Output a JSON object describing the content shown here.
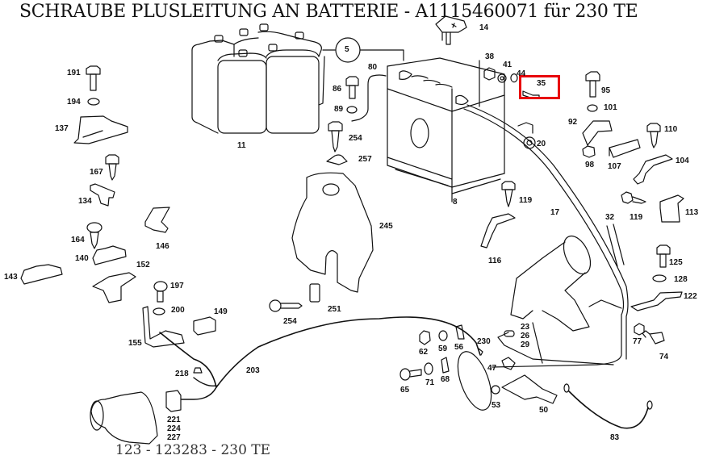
{
  "title": "SCHRAUBE PLUSLEITUNG AN BATTERIE - A1115460071 für 230 TE",
  "footer": "123 - 123283 - 230 TE",
  "highlight": {
    "part": "35",
    "color": "#e8000b"
  },
  "callout_circle": "5",
  "parts": [
    {
      "id": "p14",
      "label": "14"
    },
    {
      "id": "p5",
      "label": "5"
    },
    {
      "id": "p80",
      "label": "80"
    },
    {
      "id": "p38",
      "label": "38"
    },
    {
      "id": "p41",
      "label": "41"
    },
    {
      "id": "p44",
      "label": "44"
    },
    {
      "id": "p35",
      "label": "35"
    },
    {
      "id": "p95",
      "label": "95"
    },
    {
      "id": "p101",
      "label": "101"
    },
    {
      "id": "p191",
      "label": "191"
    },
    {
      "id": "p194",
      "label": "194"
    },
    {
      "id": "p137",
      "label": "137"
    },
    {
      "id": "p86",
      "label": "86"
    },
    {
      "id": "p89",
      "label": "89"
    },
    {
      "id": "p11",
      "label": "11"
    },
    {
      "id": "p254a",
      "label": "254"
    },
    {
      "id": "p257",
      "label": "257"
    },
    {
      "id": "p20",
      "label": "20"
    },
    {
      "id": "p92",
      "label": "92"
    },
    {
      "id": "p110",
      "label": "110"
    },
    {
      "id": "p98",
      "label": "98"
    },
    {
      "id": "p107",
      "label": "107"
    },
    {
      "id": "p104",
      "label": "104"
    },
    {
      "id": "p167",
      "label": "167"
    },
    {
      "id": "p134",
      "label": "134"
    },
    {
      "id": "p8",
      "label": "8"
    },
    {
      "id": "p119a",
      "label": "119"
    },
    {
      "id": "p17",
      "label": "17"
    },
    {
      "id": "p32",
      "label": "32"
    },
    {
      "id": "p119b",
      "label": "119"
    },
    {
      "id": "p113",
      "label": "113"
    },
    {
      "id": "p146",
      "label": "146"
    },
    {
      "id": "p164",
      "label": "164"
    },
    {
      "id": "p245",
      "label": "245"
    },
    {
      "id": "p140",
      "label": "140"
    },
    {
      "id": "p152",
      "label": "152"
    },
    {
      "id": "p116",
      "label": "116"
    },
    {
      "id": "p125",
      "label": "125"
    },
    {
      "id": "p143",
      "label": "143"
    },
    {
      "id": "p128",
      "label": "128"
    },
    {
      "id": "p197",
      "label": "197"
    },
    {
      "id": "p251",
      "label": "251"
    },
    {
      "id": "p122",
      "label": "122"
    },
    {
      "id": "p200",
      "label": "200"
    },
    {
      "id": "p149",
      "label": "149"
    },
    {
      "id": "p254b",
      "label": "254"
    },
    {
      "id": "p155",
      "label": "155"
    },
    {
      "id": "p56",
      "label": "56"
    },
    {
      "id": "p62",
      "label": "62"
    },
    {
      "id": "p59",
      "label": "59"
    },
    {
      "id": "p230",
      "label": "230"
    },
    {
      "id": "p23",
      "label": "23\n26\n29"
    },
    {
      "id": "p77",
      "label": "77"
    },
    {
      "id": "p74",
      "label": "74"
    },
    {
      "id": "p218",
      "label": "218"
    },
    {
      "id": "p203",
      "label": "203"
    },
    {
      "id": "p47",
      "label": "47"
    },
    {
      "id": "p71",
      "label": "71"
    },
    {
      "id": "p68",
      "label": "68"
    },
    {
      "id": "p65",
      "label": "65"
    },
    {
      "id": "p53",
      "label": "53"
    },
    {
      "id": "p50",
      "label": "50"
    },
    {
      "id": "p221",
      "label": "221\n224\n227"
    },
    {
      "id": "p83",
      "label": "83"
    }
  ]
}
